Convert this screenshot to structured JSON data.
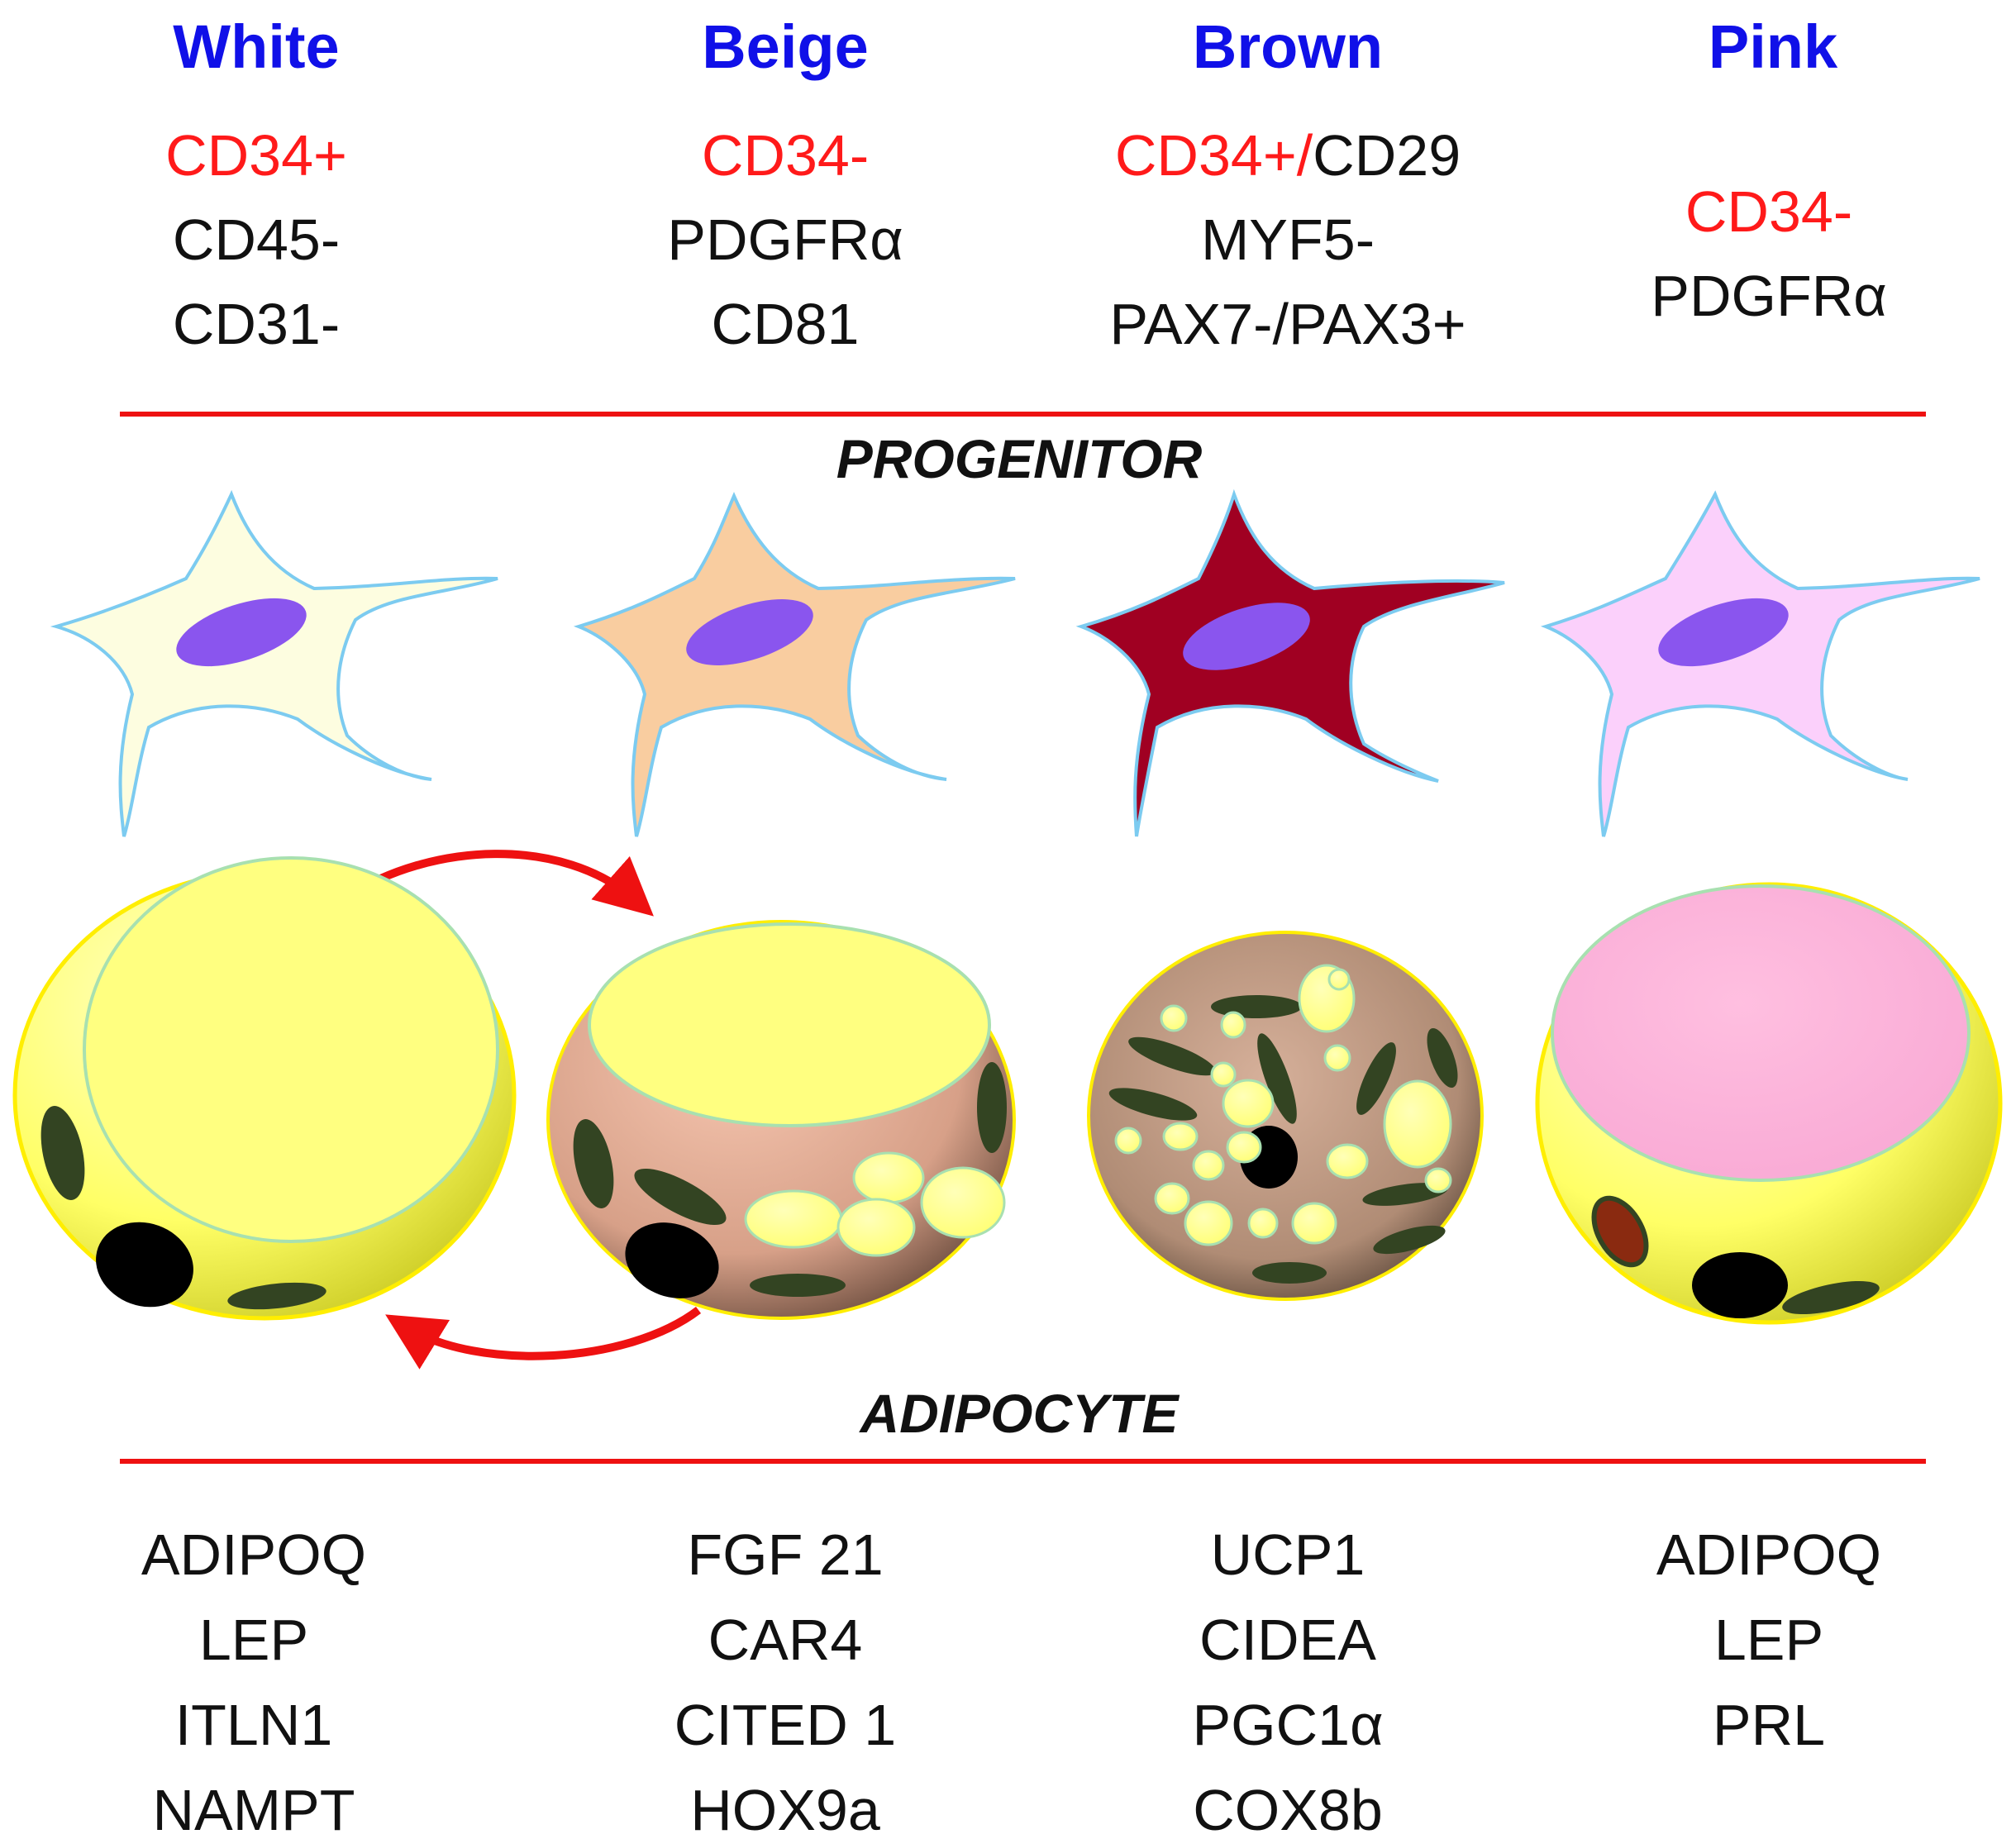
{
  "colors": {
    "title": "#1010e8",
    "positive_marker": "#ff1a1a",
    "text": "#111111",
    "divider": "#ee1111",
    "arrow": "#ee1111",
    "nucleus_progenitor": "#8a55ee",
    "cell_outline": "#7ccbf0",
    "lipid": "#ffff88",
    "mitochondria": "#334422",
    "nucleus_adipocyte": "#000000"
  },
  "columns": [
    {
      "title": "White",
      "progenitor_markers": [
        {
          "parts": [
            {
              "text": "CD34+",
              "color": "red"
            }
          ]
        },
        {
          "parts": [
            {
              "text": "CD45-",
              "color": "black"
            }
          ]
        },
        {
          "parts": [
            {
              "text": "CD31-",
              "color": "black"
            }
          ]
        }
      ],
      "progenitor_fill": "#fdfde0",
      "adipocyte_markers": [
        "ADIPOQ",
        "LEP",
        "ITLN1",
        "NAMPT"
      ]
    },
    {
      "title": "Beige",
      "progenitor_markers": [
        {
          "parts": [
            {
              "text": "CD34-",
              "color": "red"
            }
          ]
        },
        {
          "parts": [
            {
              "text": "PDGFRα",
              "color": "black"
            }
          ]
        },
        {
          "parts": [
            {
              "text": "CD81",
              "color": "black"
            }
          ]
        }
      ],
      "progenitor_fill": "#f9cda0",
      "adipocyte_markers": [
        "FGF 21",
        "CAR4",
        "CITED 1",
        "HOX9a"
      ]
    },
    {
      "title": "Brown",
      "progenitor_markers": [
        {
          "parts": [
            {
              "text": "CD34+/",
              "color": "red"
            },
            {
              "text": "CD29",
              "color": "black"
            }
          ]
        },
        {
          "parts": [
            {
              "text": "MYF5-",
              "color": "black"
            }
          ]
        },
        {
          "parts": [
            {
              "text": "PAX7-/PAX3+",
              "color": "black"
            }
          ]
        }
      ],
      "progenitor_fill": "#a00022",
      "adipocyte_markers": [
        "UCP1",
        "CIDEA",
        "PGC1α",
        "COX8b"
      ]
    },
    {
      "title": "Pink",
      "progenitor_markers": [
        {
          "parts": [
            {
              "text": "CD34-",
              "color": "red"
            }
          ]
        },
        {
          "parts": [
            {
              "text": "PDGFRα",
              "color": "black"
            }
          ]
        }
      ],
      "progenitor_fill": "#fbd0fb",
      "adipocyte_markers": [
        "ADIPOQ",
        "LEP",
        "PRL"
      ]
    }
  ],
  "section_labels": {
    "progenitor": "PROGENITOR",
    "adipocyte": "ADIPOCYTE"
  }
}
